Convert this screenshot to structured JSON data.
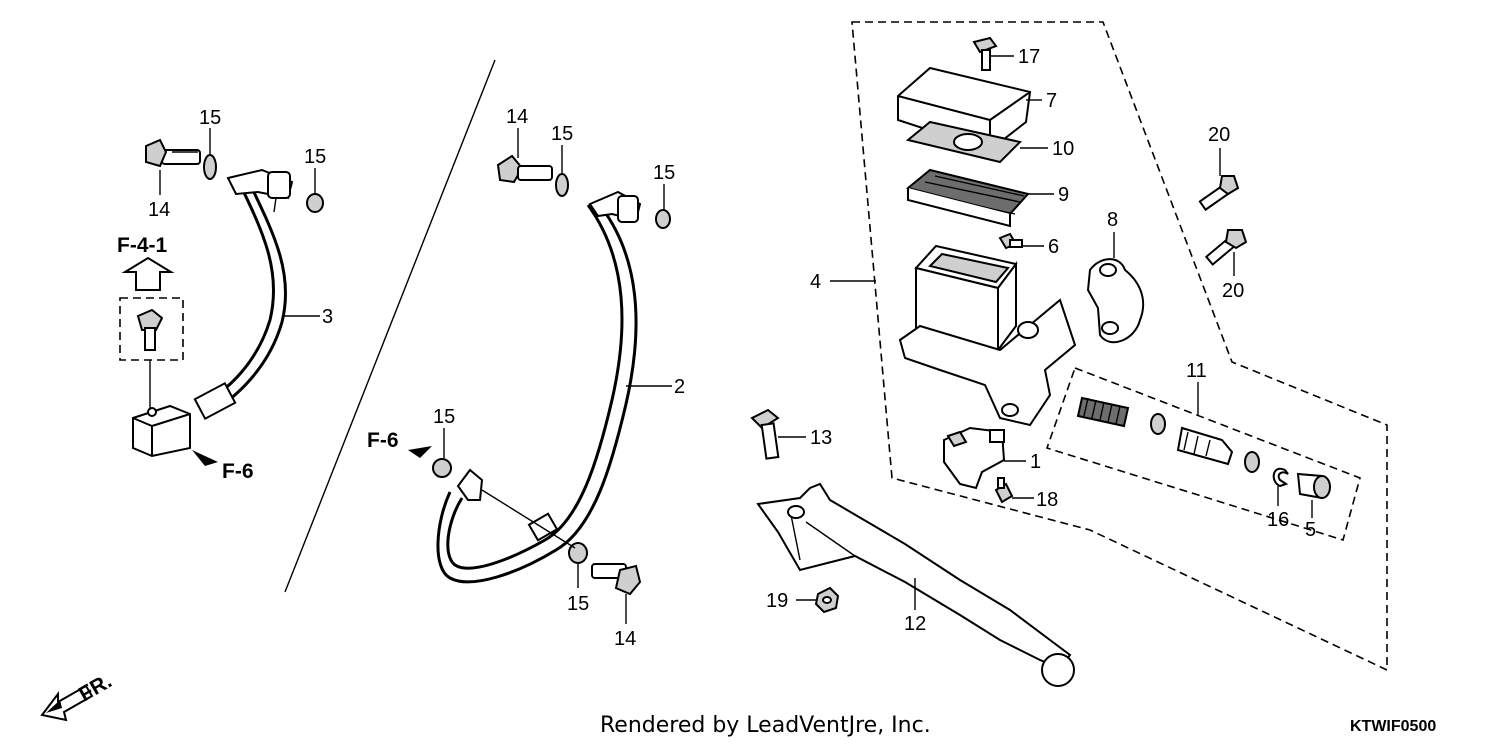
{
  "diagram": {
    "callouts": {
      "c1": "1",
      "c2": "2",
      "c3": "3",
      "c4": "4",
      "c5": "5",
      "c6": "6",
      "c7": "7",
      "c8": "8",
      "c9": "9",
      "c10": "10",
      "c11": "11",
      "c12": "12",
      "c13": "13",
      "c14a": "14",
      "c14b": "14",
      "c14c": "14",
      "c15a": "15",
      "c15b": "15",
      "c15c": "15",
      "c15d": "15",
      "c15e": "15",
      "c16": "16",
      "c17": "17",
      "c18": "18",
      "c19": "19",
      "c20a": "20",
      "c20b": "20"
    },
    "references": {
      "f41": "F-4-1",
      "f6_left": "F-6",
      "f6_mid": "F-6",
      "front": "FR."
    },
    "footer": {
      "credit": "Rendered by LeadVentJre, Inc.",
      "diagram_code": "KTWIF0500"
    }
  }
}
